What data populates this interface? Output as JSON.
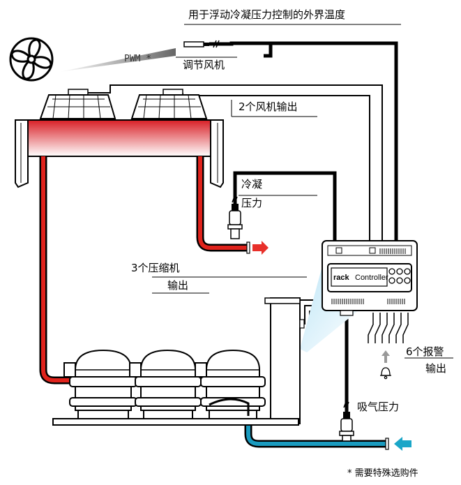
{
  "labels": {
    "external_temp": "用于浮动冷凝压力控制的外界温度",
    "pwm": "PWM *",
    "fan_regulation": "调节风机",
    "fan_outputs": "2个风机输出",
    "cond_pressure_line1": "冷凝",
    "cond_pressure_line2": "压力",
    "compressor_outputs_line1": "3个压缩机",
    "compressor_outputs_line2": "输出",
    "alarm_outputs_line1": "6个报警",
    "alarm_outputs_line2": "输出",
    "suction_pressure": "吸气压力",
    "footnote": "* 需要特殊选购件"
  },
  "controller": {
    "brand_prefix": "rack",
    "brand_suffix": "Controller"
  },
  "colors": {
    "hot_pipe": "#e0231c",
    "cold_pipe": "#1a9bbf",
    "arrow_red": "#e8302a",
    "arrow_blue": "#1aa6c8",
    "wire": "#000000"
  }
}
